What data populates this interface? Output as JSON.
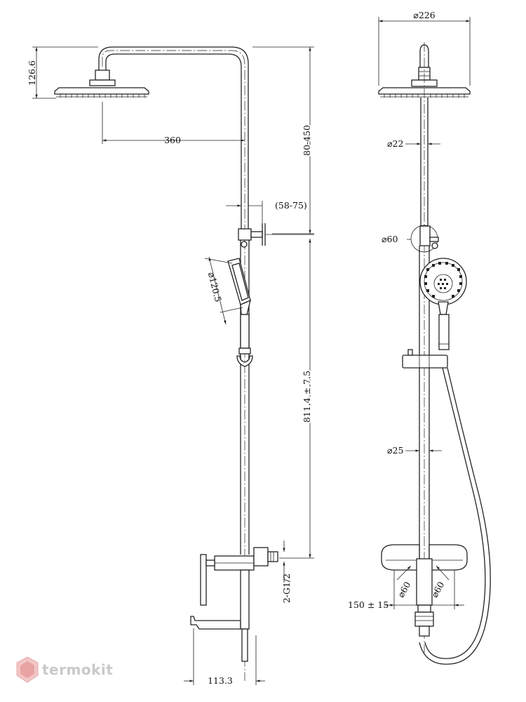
{
  "brand": {
    "name": "termokit"
  },
  "side_view": {
    "dimensions": {
      "head_thickness": "126.6",
      "arm_reach": "360",
      "height_adjust": "80-450",
      "bracket_offset": "(58-75)",
      "hand_shower_diameter": "⌀120.5",
      "rail_length": "811.4 ± 7.5",
      "inlet_thread": "2-G1/2",
      "spout_reach": "113.3"
    }
  },
  "front_view": {
    "dimensions": {
      "head_diameter": "⌀226",
      "upper_tube_diameter": "⌀22",
      "bracket_diameter": "⌀60",
      "lower_tube_diameter": "⌀25",
      "escutcheon_left": "⌀60",
      "escutcheon_right": "⌀60",
      "inlet_spacing": "150 ± 15"
    }
  }
}
